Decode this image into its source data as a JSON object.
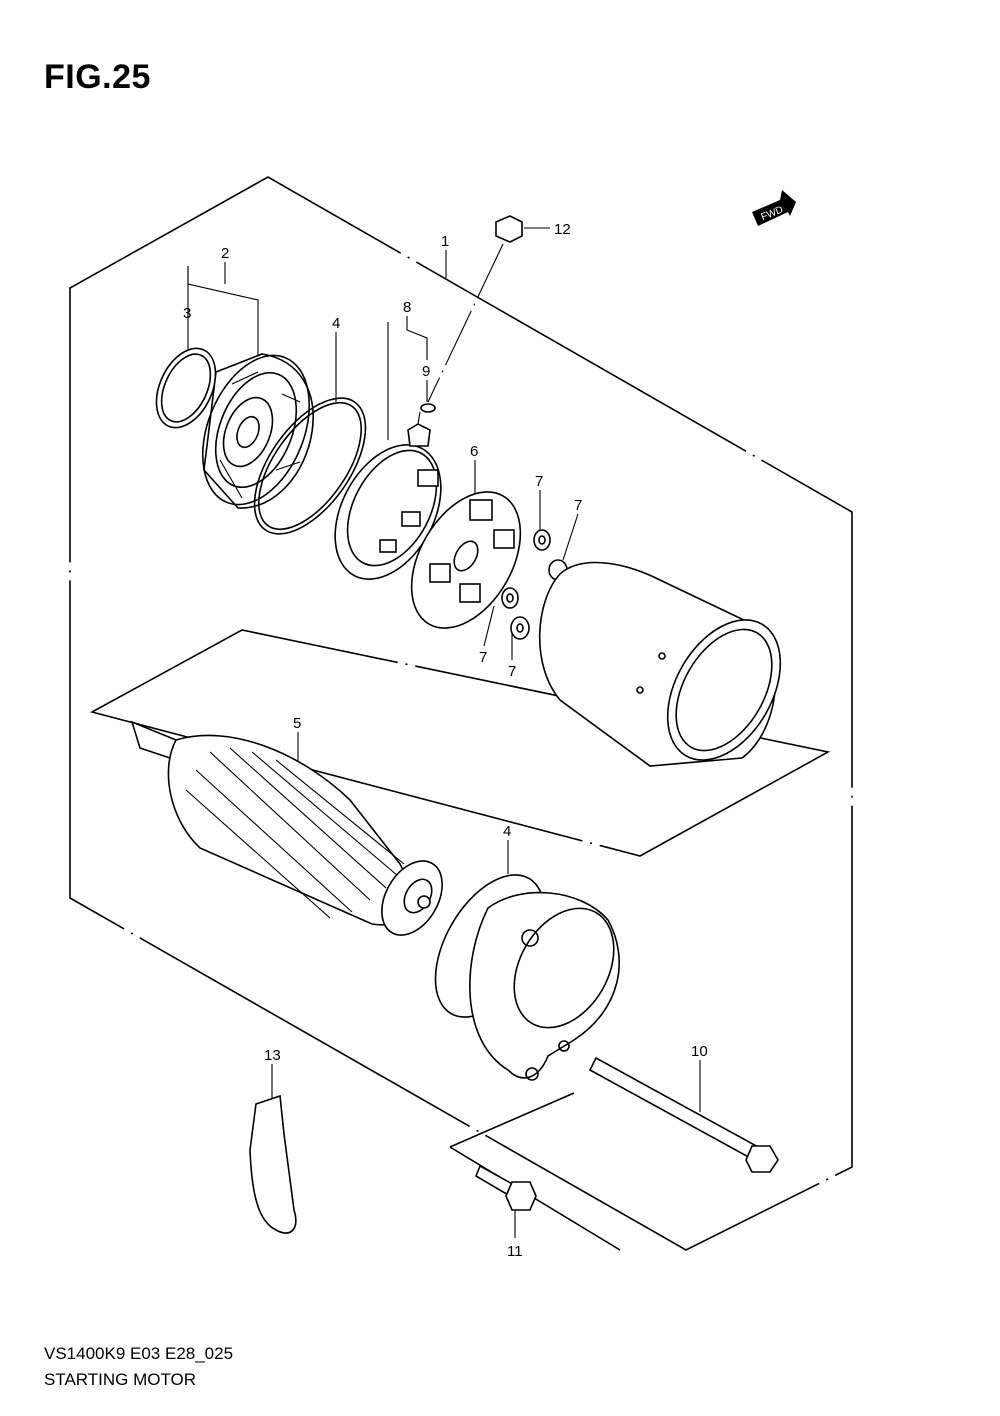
{
  "figure": {
    "title": "FIG.25"
  },
  "fwd_badge": {
    "label": "FWD"
  },
  "callouts": {
    "c1": "1",
    "c2": "2",
    "c3": "3",
    "c4a": "4",
    "c4b": "4",
    "c5": "5",
    "c6": "6",
    "c7a": "7",
    "c7b": "7",
    "c7c": "7",
    "c7d": "7",
    "c8": "8",
    "c9": "9",
    "c10": "10",
    "c11": "11",
    "c12": "12",
    "c13": "13"
  },
  "footer": {
    "model_code": "VS1400K9 E03 E28_025",
    "part_name": "STARTING MOTOR"
  }
}
